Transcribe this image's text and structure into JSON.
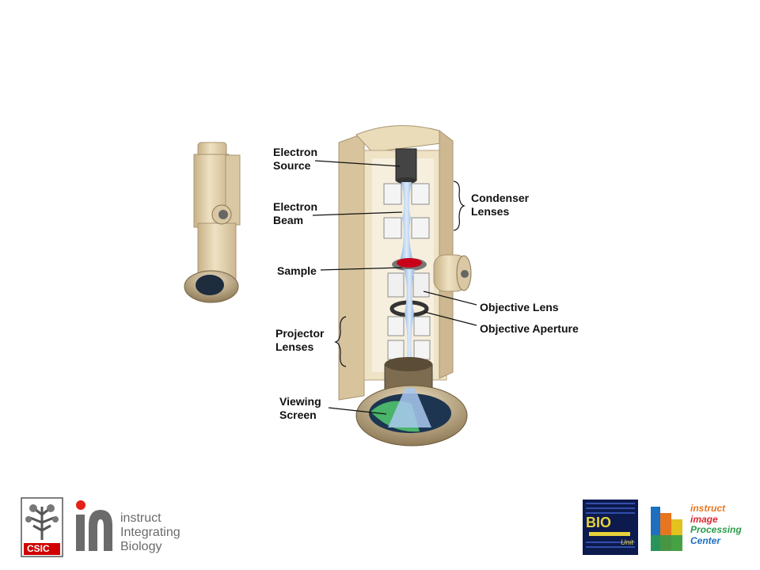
{
  "diagram": {
    "labels": {
      "electron_source": [
        "Electron",
        "Source"
      ],
      "electron_beam": [
        "Electron",
        "Beam"
      ],
      "condenser_lenses": [
        "Condenser",
        "Lenses"
      ],
      "sample": "Sample",
      "objective_lens": "Objective Lens",
      "objective_aperture": "Objective Aperture",
      "projector_lenses": [
        "Projector",
        "Lenses"
      ],
      "viewing_screen": [
        "Viewing",
        "Screen"
      ]
    }
  },
  "logos": {
    "csic": "CSIC",
    "instruct_lines": [
      "instruct",
      "Integrating",
      "Biology"
    ],
    "bio_unit": [
      "BIO",
      "Unit"
    ],
    "i2pc_lines": [
      "instruct",
      "image",
      "Processing",
      "Center"
    ]
  },
  "colors": {
    "body": "#e8d8b4",
    "body_shade": "#c9b48c",
    "beam": "#a9c8ee",
    "sample": "#c8001a",
    "screen": "#49b46a",
    "dark_base": "#4a3f2e"
  }
}
